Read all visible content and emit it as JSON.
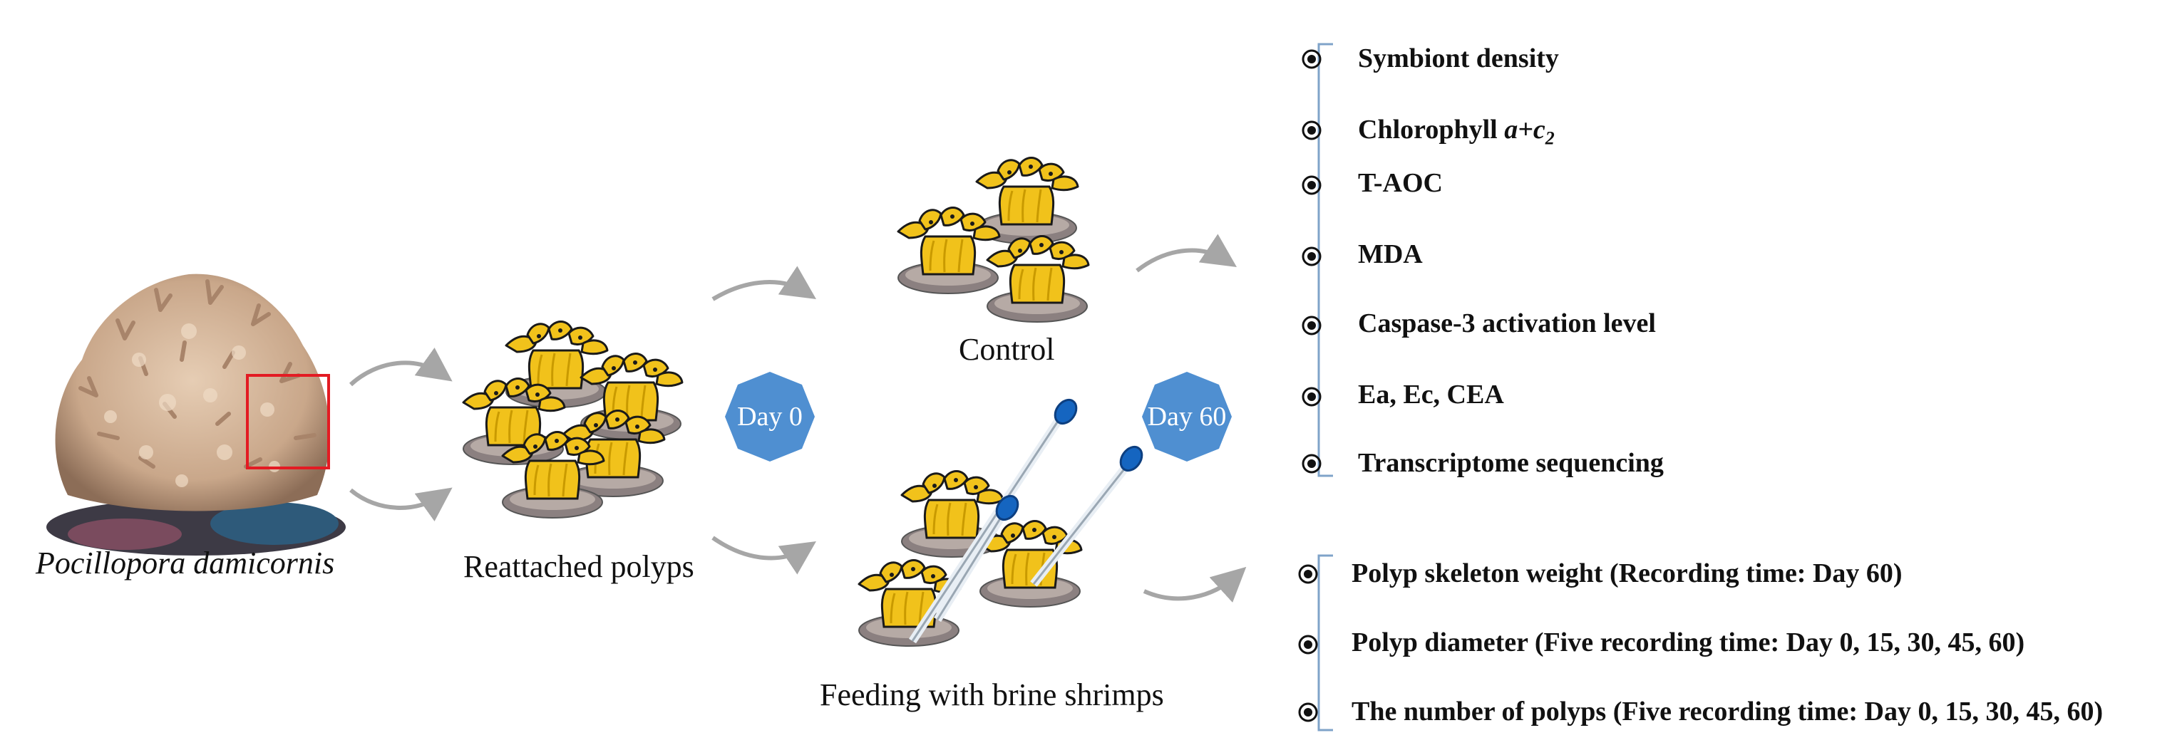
{
  "labels": {
    "species": "Pocillopora damicornis",
    "reattached": "Reattached polyps",
    "control": "Control",
    "feeding": "Feeding with brine shrimps"
  },
  "badges": {
    "day0": "Day 0",
    "day60": "Day 60"
  },
  "colors": {
    "badge": "#4f8fd1",
    "arrow": "#a6a6a6",
    "polyp_yellow": "#f1c21b",
    "polyp_outline": "#1a1a1a",
    "highlight_box": "#e31b23",
    "bracket": "#7fa3c9",
    "pipette_bulb": "#1565c0"
  },
  "control_metrics": [
    {
      "text": "Symbiont density"
    },
    {
      "text": "Chlorophyll ",
      "italic": "a+c",
      "sub": "2"
    },
    {
      "text": "T-AOC"
    },
    {
      "text": "MDA"
    },
    {
      "text": "Caspase-3 activation level"
    },
    {
      "text": "Ea, Ec, CEA"
    },
    {
      "text": "Transcriptome sequencing"
    }
  ],
  "growth_metrics": [
    {
      "text": "Polyp skeleton weight (Recording time: Day 60)"
    },
    {
      "text": "Polyp diameter (Five recording time: Day 0, 15, 30, 45, 60)"
    },
    {
      "text": "The number of polyps (Five recording time: Day 0, 15, 30, 45, 60)"
    }
  ]
}
